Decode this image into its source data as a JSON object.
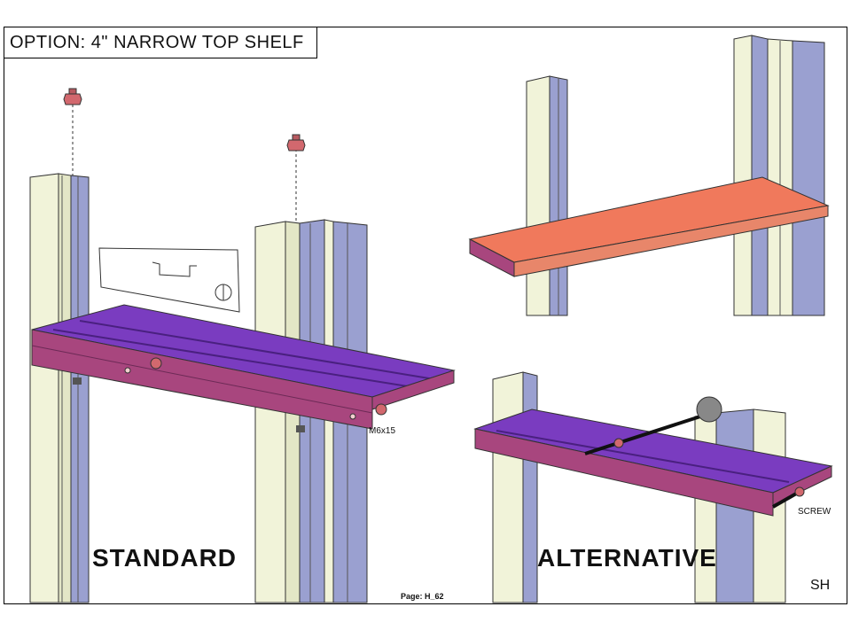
{
  "title": "OPTION: 4\" NARROW TOP SHELF",
  "labels": {
    "standard": "STANDARD",
    "alternative": "ALTERNATIVE",
    "m6x15": "M6x15",
    "screw": "SCREW",
    "page": "Page: H_62",
    "sh": "SH"
  },
  "colors": {
    "post_face": "#f1f3d9",
    "post_side": "#9aa0d0",
    "shelf_top": "#7a3cc0",
    "shelf_body": "#a8467e",
    "shelf_alt": "#f0795c",
    "bolt": "#d2686e"
  }
}
